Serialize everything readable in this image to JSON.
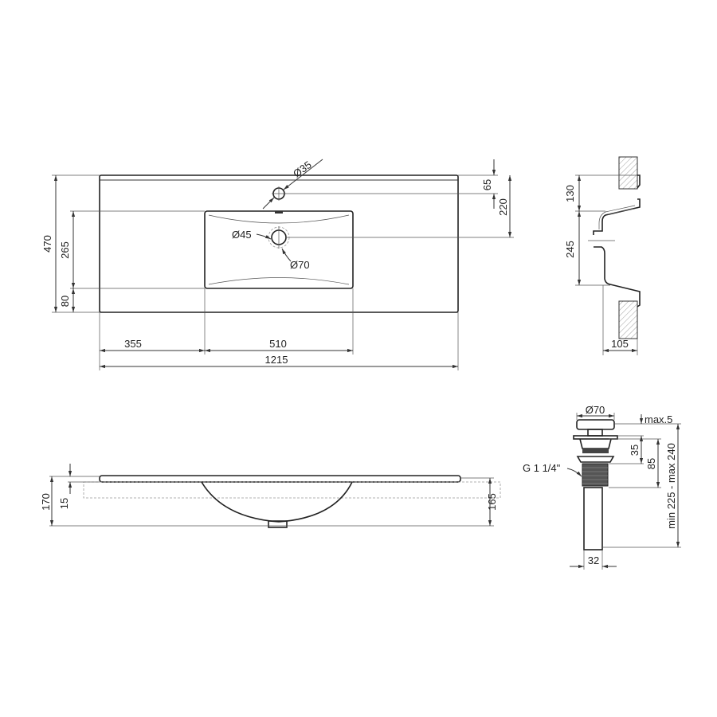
{
  "top_view": {
    "width_total": "1215",
    "left_offset": "355",
    "basin_width": "510",
    "depth_total": "470",
    "basin_depth": "265",
    "front_margin": "80",
    "tap_hole_offset": "65",
    "drain_offset": "220",
    "tap_hole_diameter": "Ø35",
    "drain_diameter": "Ø45",
    "drain_outer_diameter": "Ø70"
  },
  "section_view": {
    "top_height": "130",
    "basin_height": "245",
    "projection": "105"
  },
  "front_view": {
    "total_height": "170",
    "slab_thickness": "15",
    "body_height": "165"
  },
  "drain_fitting": {
    "cap_diameter": "Ø70",
    "cap_gap": "max.5",
    "upper_length": "35",
    "thread_length": "85",
    "total_length": "min 225 - max 240",
    "thread": "G 1 1/4\"",
    "pipe_diameter": "32"
  },
  "colors": {
    "line": "#333333",
    "background": "#ffffff"
  }
}
